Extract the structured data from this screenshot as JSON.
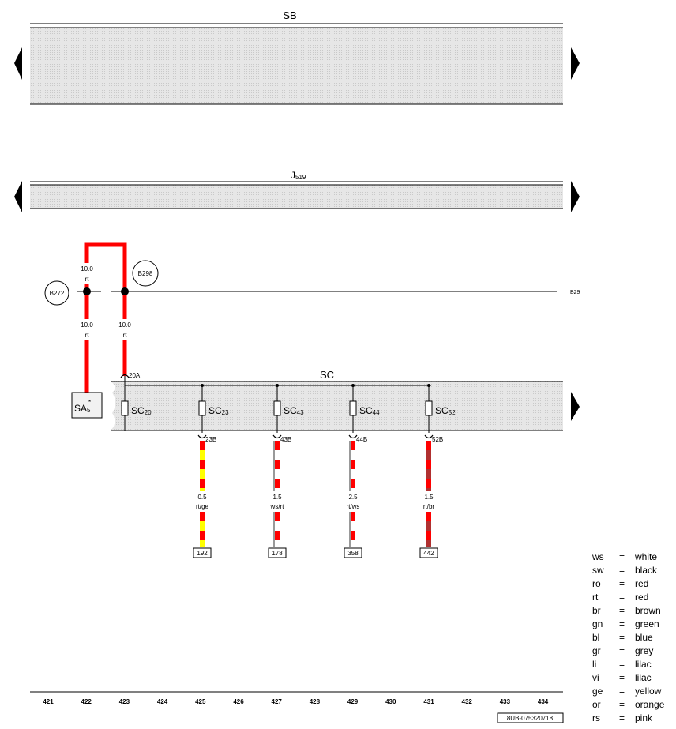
{
  "components": {
    "sb": {
      "label": "SB"
    },
    "j519": {
      "label": "J",
      "sub": "519"
    },
    "sc": {
      "label": "SC"
    },
    "sa5": {
      "label": "SA",
      "sub": "5"
    }
  },
  "connections": {
    "b272": "B272",
    "b298": "B298",
    "b29_right": "B29"
  },
  "wires": {
    "left_upper": {
      "size": "10.0",
      "color": "rt"
    },
    "left_lower": {
      "size": "10.0",
      "color": "rt"
    },
    "right_lower": {
      "size": "10.0",
      "color": "rt"
    },
    "pin_20a": "20A"
  },
  "fuses": [
    {
      "name": "SC",
      "num": "20",
      "pin": ""
    },
    {
      "name": "SC",
      "num": "23",
      "pin": "23B",
      "size": "0.5",
      "color": "rt/ge",
      "ref": "192",
      "c1": "#ff0000",
      "c2": "#ffff00"
    },
    {
      "name": "SC",
      "num": "43",
      "pin": "43B",
      "size": "1.5",
      "color": "ws/rt",
      "ref": "178",
      "c1": "#ff0000",
      "c2": "#ffffff"
    },
    {
      "name": "SC",
      "num": "44",
      "pin": "44B",
      "size": "2.5",
      "color": "rt/ws",
      "ref": "358",
      "c1": "#ff0000",
      "c2": "#ffffff"
    },
    {
      "name": "SC",
      "num": "52",
      "pin": "52B",
      "size": "1.5",
      "color": "rt/br",
      "ref": "442",
      "c1": "#ff0000",
      "c2": "#b03030"
    }
  ],
  "legend": [
    {
      "code": "ws",
      "eq": "=",
      "name": "white"
    },
    {
      "code": "sw",
      "eq": "=",
      "name": "black"
    },
    {
      "code": "ro",
      "eq": "=",
      "name": "red"
    },
    {
      "code": "rt",
      "eq": "=",
      "name": "red"
    },
    {
      "code": "br",
      "eq": "=",
      "name": "brown"
    },
    {
      "code": "gn",
      "eq": "=",
      "name": "green"
    },
    {
      "code": "bl",
      "eq": "=",
      "name": "blue"
    },
    {
      "code": "gr",
      "eq": "=",
      "name": "grey"
    },
    {
      "code": "li",
      "eq": "=",
      "name": "lilac"
    },
    {
      "code": "vi",
      "eq": "=",
      "name": "lilac"
    },
    {
      "code": "ge",
      "eq": "=",
      "name": "yellow"
    },
    {
      "code": "or",
      "eq": "=",
      "name": "orange"
    },
    {
      "code": "rs",
      "eq": "=",
      "name": "pink"
    }
  ],
  "columns": [
    "421",
    "422",
    "423",
    "424",
    "425",
    "426",
    "427",
    "428",
    "429",
    "430",
    "431",
    "432",
    "433",
    "434"
  ],
  "doc_code": "8UB-075320718",
  "colors": {
    "wire_red": "#ff0000",
    "shade": "#e3e3e3"
  }
}
